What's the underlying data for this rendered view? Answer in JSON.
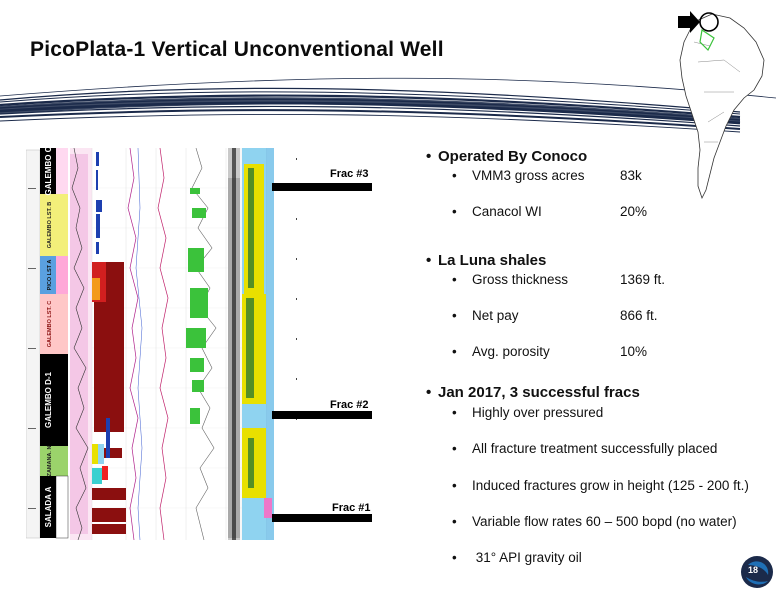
{
  "slide": {
    "title": "PicoPlata-1 Vertical Unconventional Well",
    "page_number": "18"
  },
  "bullets": {
    "operated": {
      "header": "Operated By Conoco",
      "items": [
        {
          "label": "VMM3 gross acres",
          "value": "83k"
        },
        {
          "label": "Canacol WI",
          "value": "20%"
        }
      ]
    },
    "shales": {
      "header": "La Luna shales",
      "items": [
        {
          "label": "Gross thickness",
          "value": "1369 ft."
        },
        {
          "label": "Net pay",
          "value": "866 ft."
        },
        {
          "label": "Avg. porosity",
          "value": "10%"
        }
      ]
    },
    "fracs": {
      "header": "Jan 2017, 3 successful fracs",
      "items": [
        "Highly over pressured",
        "All fracture treatment successfully placed",
        "Induced fractures grow in height (125 - 200 ft.)",
        "Variable flow rates 60 – 500 bopd (no water)",
        " 31° API gravity oil"
      ]
    }
  },
  "well_log": {
    "formations": [
      "GALEMBO C",
      "GALEMBO LST. B",
      "PICO LST A",
      "GALEMBO LST. C",
      "GALEMBO D-1",
      "ZAMANA. N",
      "SALADA A"
    ],
    "frac_labels": [
      "Frac #3",
      "Frac #2",
      "Frac #1"
    ]
  },
  "colors": {
    "accent_navy": "#1b2a4a",
    "logo_blue": "#1f6fb5",
    "log_red": "#8b0f0f",
    "log_yellow": "#e8e000",
    "log_green": "#3bc23b",
    "log_cyan": "#8fd3f0"
  },
  "icons": {
    "map": "south-america-map-icon",
    "arrow": "location-arrow-icon",
    "logo": "company-logo-icon"
  }
}
